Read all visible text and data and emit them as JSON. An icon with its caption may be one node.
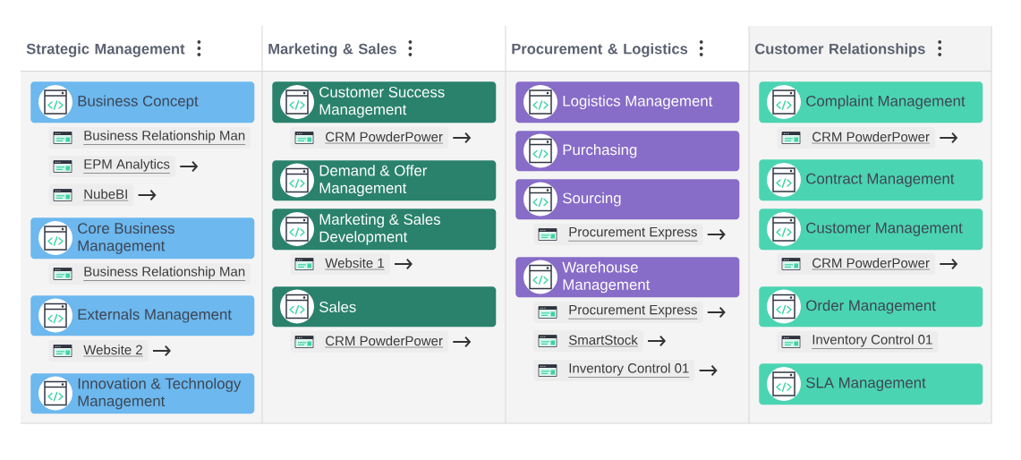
{
  "diagram": {
    "nodes": [
      {
        "text": [
          "Strategic Management"
        ]
      },
      {
        "text": [
          "Business Concept"
        ],
        "in": 0
      },
      {
        "text": [
          "Business Relationship Man"
        ],
        "in": 0
      },
      {
        "text": [
          "EPM Analytics"
        ],
        "in": 0
      },
      {
        "text": [
          "NubeBI"
        ],
        "in": 0
      },
      {
        "text": [
          "Core Business Management"
        ],
        "in": 0
      },
      {
        "text": [
          "Business Relationship Man"
        ],
        "in": 0
      },
      {
        "text": [
          "Externals Management"
        ],
        "in": 0
      },
      {
        "text": [
          "Website 2"
        ],
        "in": 0
      },
      {
        "text": [
          "Innovation & Technology Management"
        ],
        "in": 0
      },
      {
        "text": [
          "Marketing & Sales"
        ]
      },
      {
        "text": [
          "Customer Success Management"
        ],
        "in": 10
      },
      {
        "text": [
          "CRM PowderPower"
        ],
        "in": 10
      },
      {
        "text": [
          "Demand & Offer Management"
        ],
        "in": 10
      },
      {
        "text": [
          "Marketing & Sales Development"
        ],
        "in": 10
      },
      {
        "text": [
          "Website 1"
        ],
        "in": 10
      },
      {
        "text": [
          "Sales"
        ],
        "in": 10
      },
      {
        "text": [
          "CRM PowderPower"
        ],
        "in": 10
      },
      {
        "text": [
          "Procurement & Logistics"
        ]
      },
      {
        "text": [
          "Logistics Management"
        ],
        "in": 18
      },
      {
        "text": [
          "Purchasing"
        ],
        "in": 18
      },
      {
        "text": [
          "Sourcing"
        ],
        "in": 18
      },
      {
        "text": [
          "Procurement Express"
        ],
        "in": 18
      },
      {
        "text": [
          "Warehouse Management"
        ],
        "in": 18
      },
      {
        "text": [
          "Procurement Express"
        ],
        "in": 18
      },
      {
        "text": [
          "SmartStock"
        ],
        "in": 18
      },
      {
        "text": [
          "Inventory Control 01"
        ],
        "in": 18
      },
      {
        "text": [
          "Customer Relationships"
        ]
      },
      {
        "text": [
          "Complaint Management"
        ],
        "in": 27
      },
      {
        "text": [
          "CRM PowderPower"
        ],
        "in": 27
      },
      {
        "text": [
          "Contract Management"
        ],
        "in": 27
      },
      {
        "text": [
          "Customer Management"
        ],
        "in": 27
      },
      {
        "text": [
          "CRM PowderPower"
        ],
        "in": 27
      },
      {
        "text": [
          "Order Management"
        ],
        "in": 27
      },
      {
        "text": [
          "Inventory Control 01"
        ],
        "in": 27
      },
      {
        "text": [
          "SLA Management"
        ],
        "in": 27
      }
    ]
  }
}
